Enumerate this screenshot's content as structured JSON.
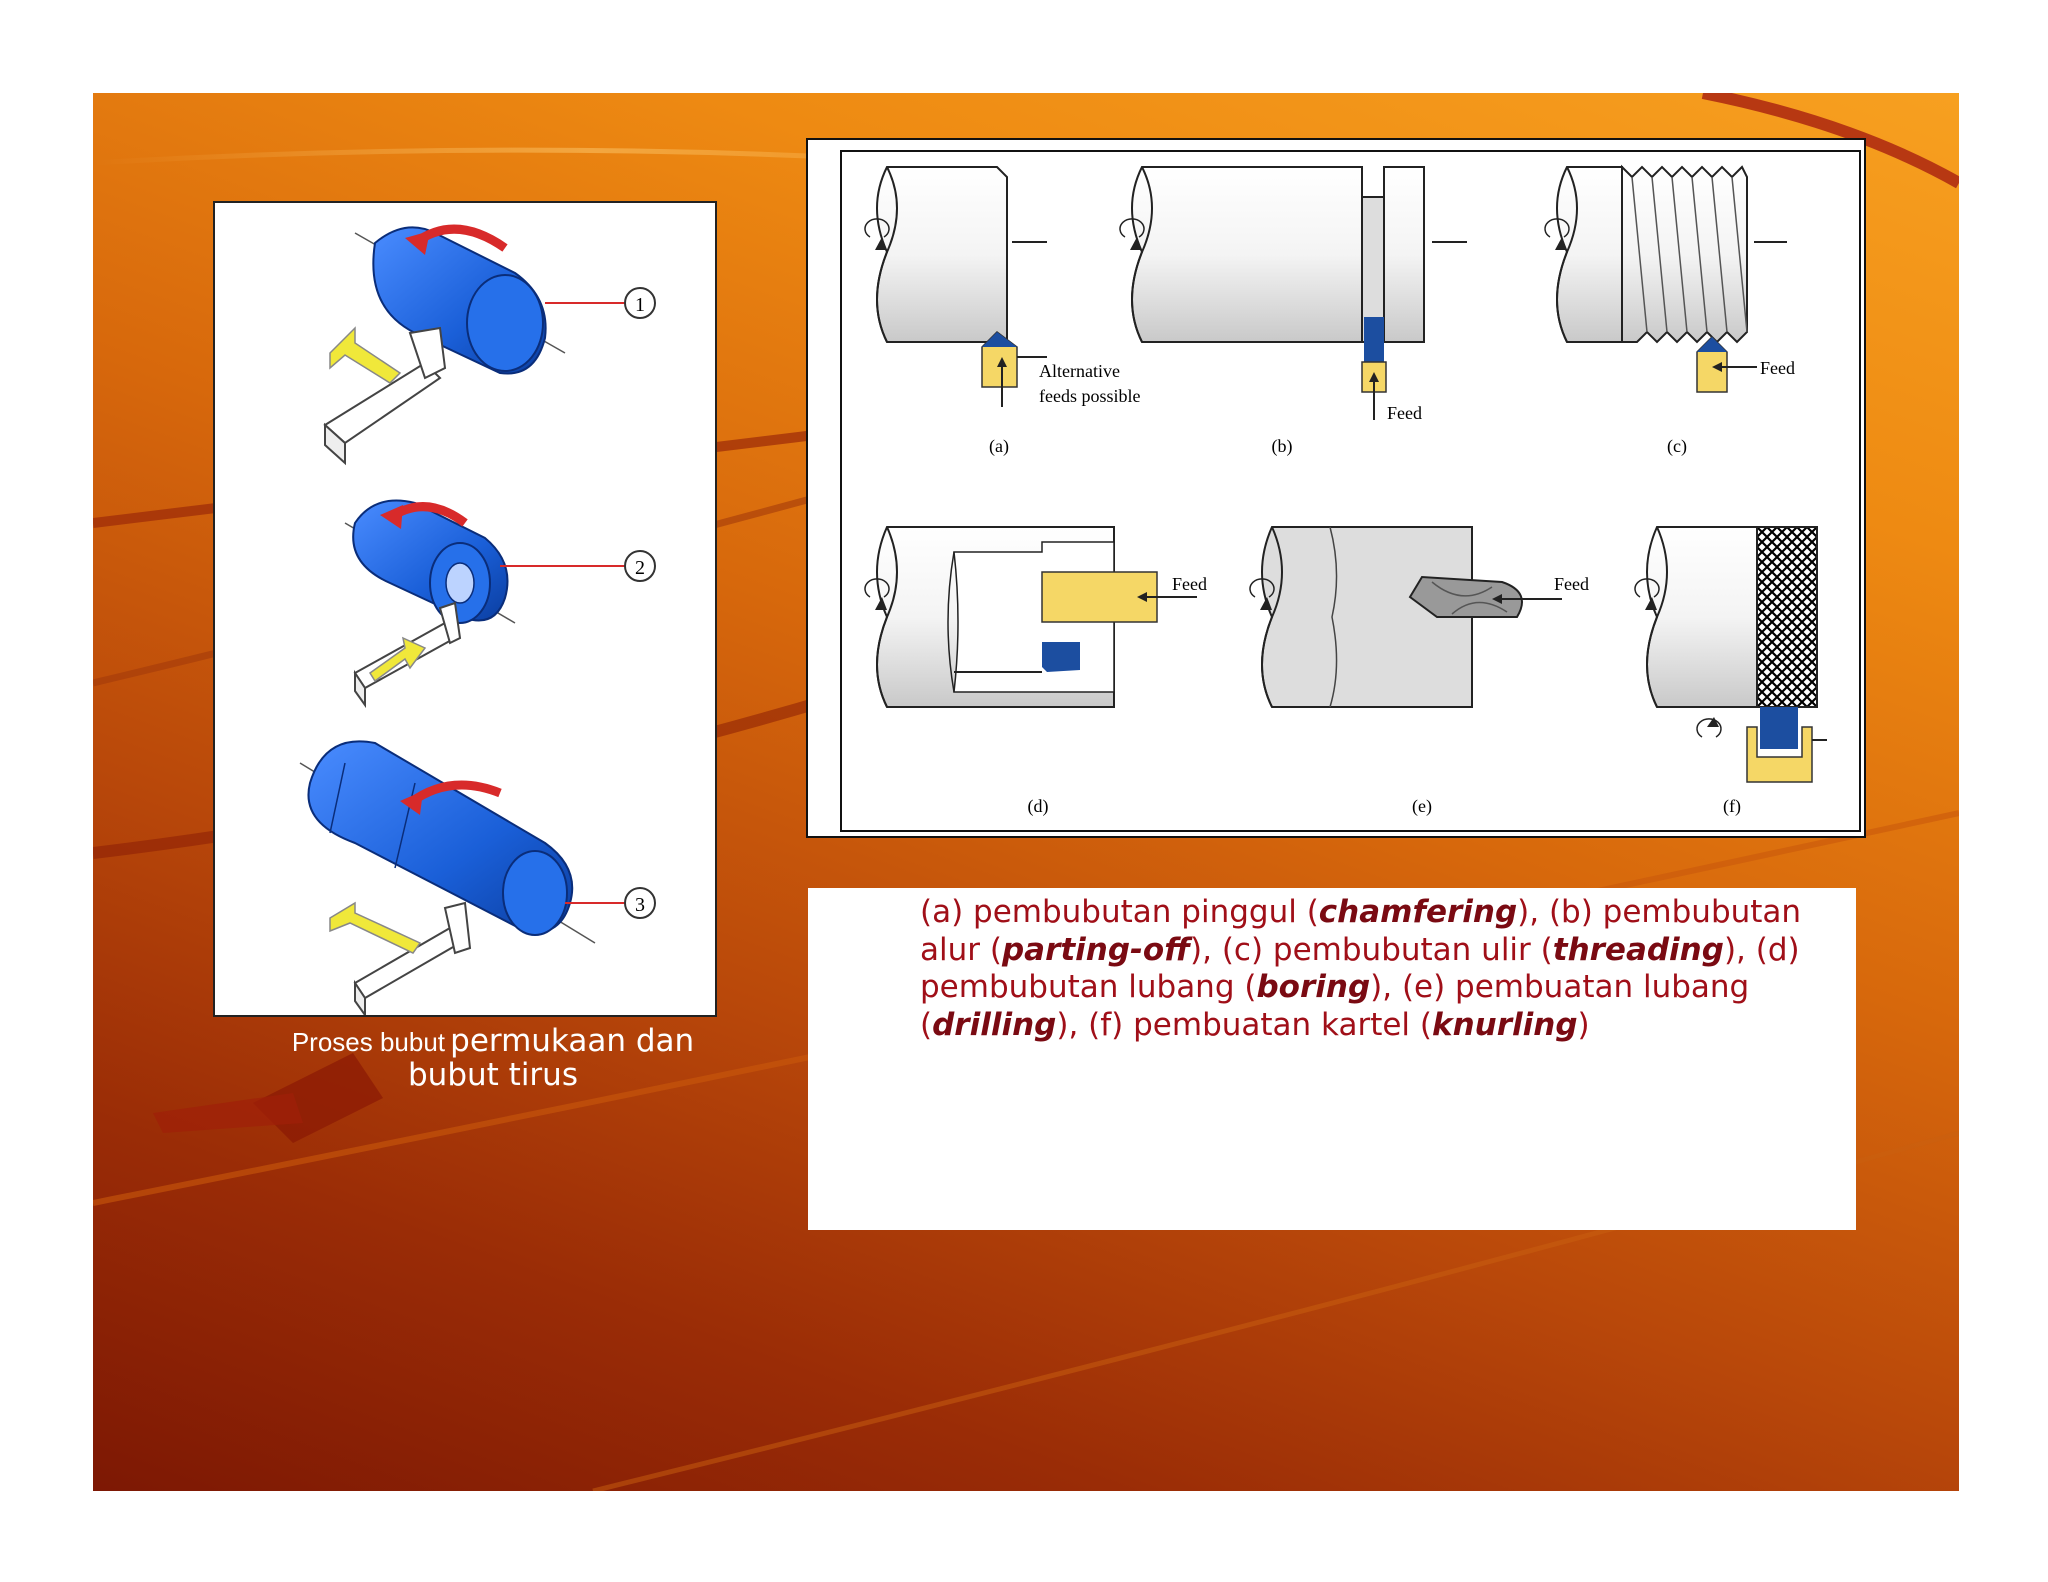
{
  "left_figure": {
    "callouts": [
      "1",
      "2",
      "3"
    ],
    "caption_small": "Proses bubut",
    "caption_big": "permukaan dan",
    "caption_line2": "bubut tirus"
  },
  "right_figure": {
    "alt_feed_1": "Alternative",
    "alt_feed_2": "feeds possible",
    "feed_label": "Feed",
    "labels": [
      "(a)",
      "(b)",
      "(c)",
      "(d)",
      "(e)",
      "(f)"
    ]
  },
  "caption": {
    "a_prefix": "(a) pembubutan pinggul (",
    "a_term": "chamfering",
    "b_prefix": "), (b) pembubutan alur (",
    "b_term": "parting-off",
    "c_prefix": "), (c) pembubutan ulir (",
    "c_term": "threading",
    "d_prefix": "), (d) pembubutan lubang (",
    "d_term": "boring",
    "e_prefix": "), (e) pembuatan lubang (",
    "e_term": "drilling",
    "f_prefix": "), (f) pembuatan kartel (",
    "f_term": "knurling",
    "end": ")"
  },
  "colors": {
    "accent": "#a00f18",
    "workpiece": "#1a5fd8",
    "tool_yellow": "#f5d766",
    "background_orange": "#ee8a12"
  }
}
